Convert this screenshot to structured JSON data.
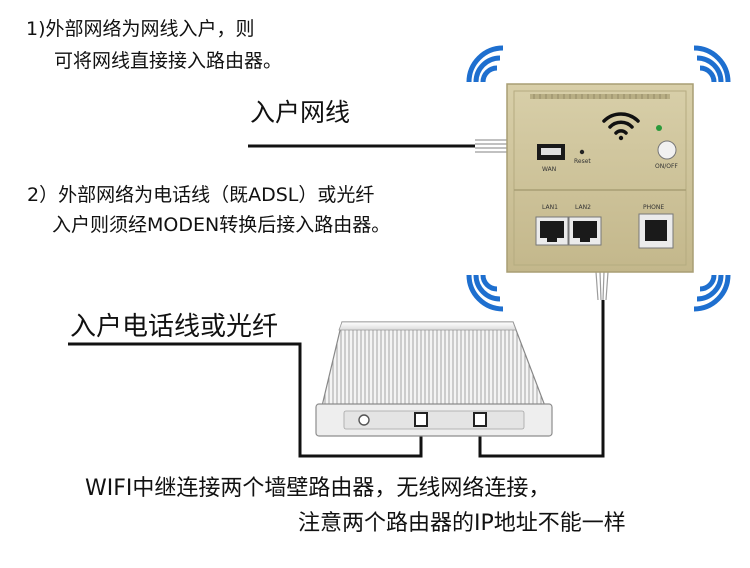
{
  "notes": {
    "note1_line1": "1)外部网络为网线入户，则",
    "note1_line2": "可将网线直接接入路由器。",
    "note2_line1": "2）外部网络为电话线（既ADSL）或光纤",
    "note2_line2": "入户则须经MODEN转换后接入路由器。",
    "note3_line1": "WIFI中继连接两个墙壁路由器，无线网络连接，",
    "note3_line2": "注意两个路由器的IP地址不能一样"
  },
  "labels": {
    "wan_cable": "入户网线",
    "phone_fiber": "入户电话线或光纤"
  },
  "panel": {
    "port_wan": "WAN",
    "reset": "Reset",
    "onoff": "ON/OFF",
    "lan1": "LAN1",
    "lan2": "LAN2",
    "phone": "PHONE"
  },
  "colors": {
    "panel": "#ccc29a",
    "wifi_waves": "#1e6fcf",
    "cable": "#111111",
    "modem": "#f2f2f2"
  },
  "icons": {
    "wifi": "wifi-icon",
    "signal": "signal-wave-icon"
  }
}
